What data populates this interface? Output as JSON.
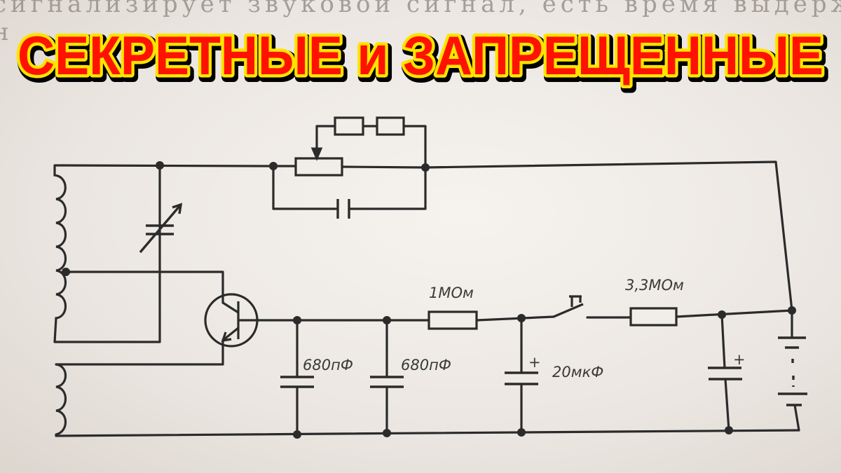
{
  "background_text": {
    "line1": "сигнализирует звуковой сигнал, есть время выдержки реле",
    "line2": "н"
  },
  "headline": {
    "text": "СЕКРЕТНЫЕ и ЗАПРЕЩЕННЫЕ",
    "fill_color": "#ff1200",
    "outline_color": "#ffe400",
    "shadow_color": "#000000"
  },
  "schematic": {
    "ink_color": "#2b2b2b",
    "labels": {
      "c1": "680пФ",
      "c2": "680пФ",
      "r_series": "1МОм",
      "c_electrolytic": "20мкФ",
      "r_right": "3,3МОм",
      "plus_a": "+",
      "plus_b": "+"
    }
  }
}
